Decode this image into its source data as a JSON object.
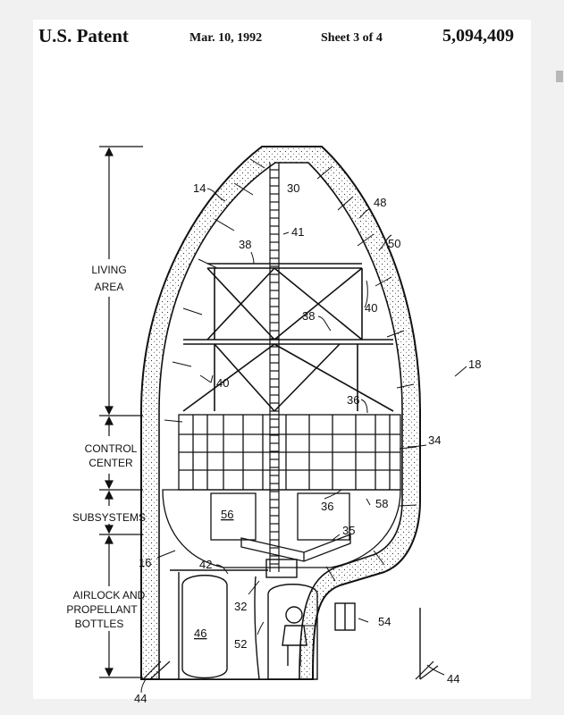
{
  "header": {
    "left": "U.S. Patent",
    "date": "Mar. 10, 1992",
    "sheet": "Sheet 3 of 4",
    "number": "5,094,409"
  },
  "sections": {
    "living_area": [
      "LIVING",
      "AREA"
    ],
    "control_center": [
      "CONTROL",
      "CENTER"
    ],
    "subsystems": [
      "SUBSYSTEMS"
    ],
    "airlock": [
      "AIRLOCK AND",
      "PROPELLANT",
      "BOTTLES"
    ]
  },
  "refs": {
    "r14": "14",
    "r30": "30",
    "r41": "41",
    "r48": "48",
    "r38a": "38",
    "r50": "50",
    "r40a": "40",
    "r38b": "38",
    "r40b": "40",
    "r18": "18",
    "r36a": "36",
    "r34": "34",
    "r36b": "36",
    "r58": "58",
    "r56": "56",
    "r35": "35",
    "r16": "16",
    "r42": "42",
    "r32": "32",
    "r54": "54",
    "r46": "46",
    "r52": "52",
    "r44a": "44",
    "r44b": "44"
  }
}
